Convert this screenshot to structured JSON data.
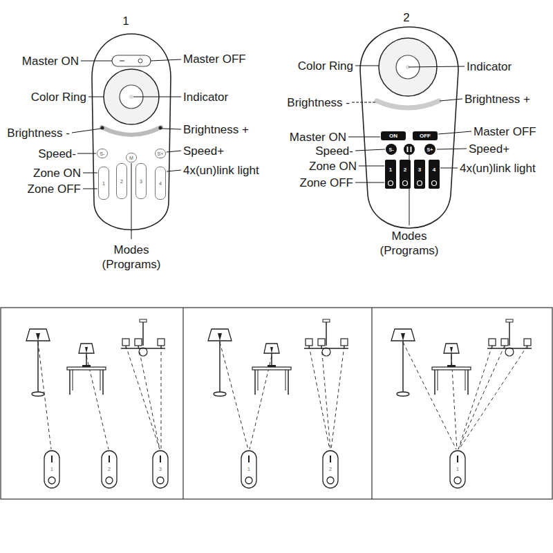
{
  "diagram": {
    "nodes": [
      {
        "text": [
          "S-"
        ]
      },
      {
        "text": [
          "M"
        ]
      },
      {
        "text": [
          "S+"
        ]
      },
      {
        "text": [
          "1"
        ]
      },
      {
        "text": [
          "2"
        ]
      },
      {
        "text": [
          "3"
        ]
      },
      {
        "text": [
          "4"
        ]
      },
      {
        "text": [
          "ON"
        ]
      },
      {
        "text": [
          "OFF"
        ]
      },
      {
        "text": [
          "S-"
        ]
      },
      {
        "text": [
          "S+"
        ]
      },
      {
        "text": [
          "1"
        ]
      },
      {
        "text": [
          "2"
        ]
      },
      {
        "text": [
          "3"
        ]
      },
      {
        "text": [
          "4"
        ]
      }
    ],
    "labels": [
      "1",
      "Master ON",
      "Master OFF",
      "Color Ring",
      "Indicator",
      "Brightness -",
      "Brightness +",
      "Speed-",
      "Speed+",
      "Zone ON",
      "4x(un)link light",
      "Zone OFF",
      "Modes (Programs)",
      "2",
      "Color Ring",
      "Indicator",
      "Brightness -",
      "Brightness +",
      "Master ON",
      "Master OFF",
      "Speed-",
      "Speed+",
      "Zone ON",
      "4x(un)link light",
      "Zone OFF",
      "Modes (Programs)",
      "1",
      "2",
      "3",
      "1",
      "2",
      "1"
    ]
  }
}
